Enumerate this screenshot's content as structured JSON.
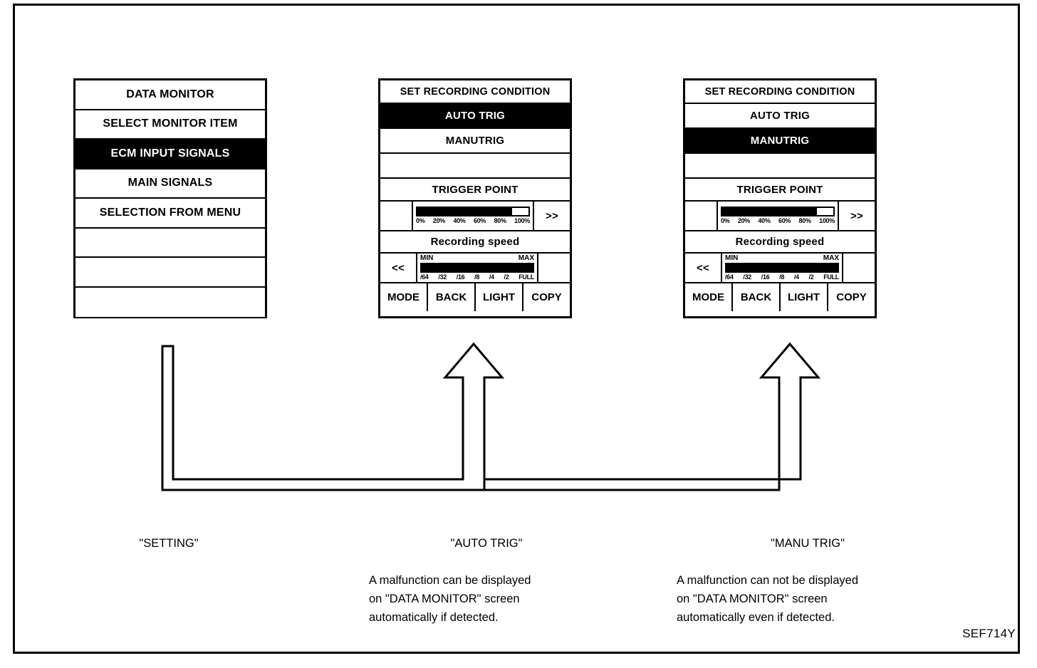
{
  "figure": {
    "reference_code": "SEF714Y",
    "colors": {
      "ink": "#000000",
      "paper": "#ffffff"
    }
  },
  "panels": [
    {
      "id": "data-monitor",
      "title": "DATA MONITOR",
      "rows": [
        {
          "label": "DATA MONITOR",
          "selected": false
        },
        {
          "label": "SELECT MONITOR ITEM",
          "selected": false
        },
        {
          "label": "ECM INPUT SIGNALS",
          "selected": true
        },
        {
          "label": "MAIN SIGNALS",
          "selected": false
        },
        {
          "label": "SELECTION FROM MENU",
          "selected": false
        },
        {
          "label": "",
          "selected": false
        },
        {
          "label": "",
          "selected": false
        },
        {
          "label": "",
          "selected": false
        }
      ]
    },
    {
      "id": "set-recording-condition-auto",
      "title": "SET RECORDING CONDITION",
      "auto_trig_label": "AUTO TRIG",
      "manu_trig_label": "MANUTRIG",
      "auto_trig_selected": true,
      "manu_trig_selected": false,
      "blank_label": "",
      "trigger_point_label": "TRIGGER POINT",
      "trigger_point": {
        "fill_percent": 85,
        "ticks": [
          "0%",
          "20%",
          "40%",
          "60%",
          "80%",
          "100%"
        ],
        "next_label": ">>"
      },
      "recording_speed_label": "Recording speed",
      "recording_speed": {
        "fill_percent": 100,
        "min_label": "MIN",
        "max_label": "MAX",
        "ticks": [
          "/64",
          "/32",
          "/16",
          "/8",
          "/4",
          "/2",
          "FULL"
        ],
        "prev_label": "<<"
      },
      "buttons": [
        "MODE",
        "BACK",
        "LIGHT",
        "COPY"
      ]
    },
    {
      "id": "set-recording-condition-manu",
      "title": "SET RECORDING CONDITION",
      "auto_trig_label": "AUTO TRIG",
      "manu_trig_label": "MANUTRIG",
      "auto_trig_selected": false,
      "manu_trig_selected": true,
      "blank_label": "",
      "trigger_point_label": "TRIGGER POINT",
      "trigger_point": {
        "fill_percent": 85,
        "ticks": [
          "0%",
          "20%",
          "40%",
          "60%",
          "80%",
          "100%"
        ],
        "next_label": ">>"
      },
      "recording_speed_label": "Recording speed",
      "recording_speed": {
        "fill_percent": 100,
        "min_label": "MIN",
        "max_label": "MAX",
        "ticks": [
          "/64",
          "/32",
          "/16",
          "/8",
          "/4",
          "/2",
          "FULL"
        ],
        "prev_label": "<<"
      },
      "buttons": [
        "MODE",
        "BACK",
        "LIGHT",
        "COPY"
      ]
    }
  ],
  "captions": {
    "setting": {
      "heading": "\"SETTING\"",
      "body": ""
    },
    "auto": {
      "heading": "\"AUTO TRIG\"",
      "body": "A malfunction can be displayed\non \"DATA MONITOR\" screen\nautomatically if detected."
    },
    "manu": {
      "heading": "\"MANU TRIG\"",
      "body": "A malfunction can not be displayed\non \"DATA MONITOR\" screen\nautomatically even if detected."
    }
  }
}
